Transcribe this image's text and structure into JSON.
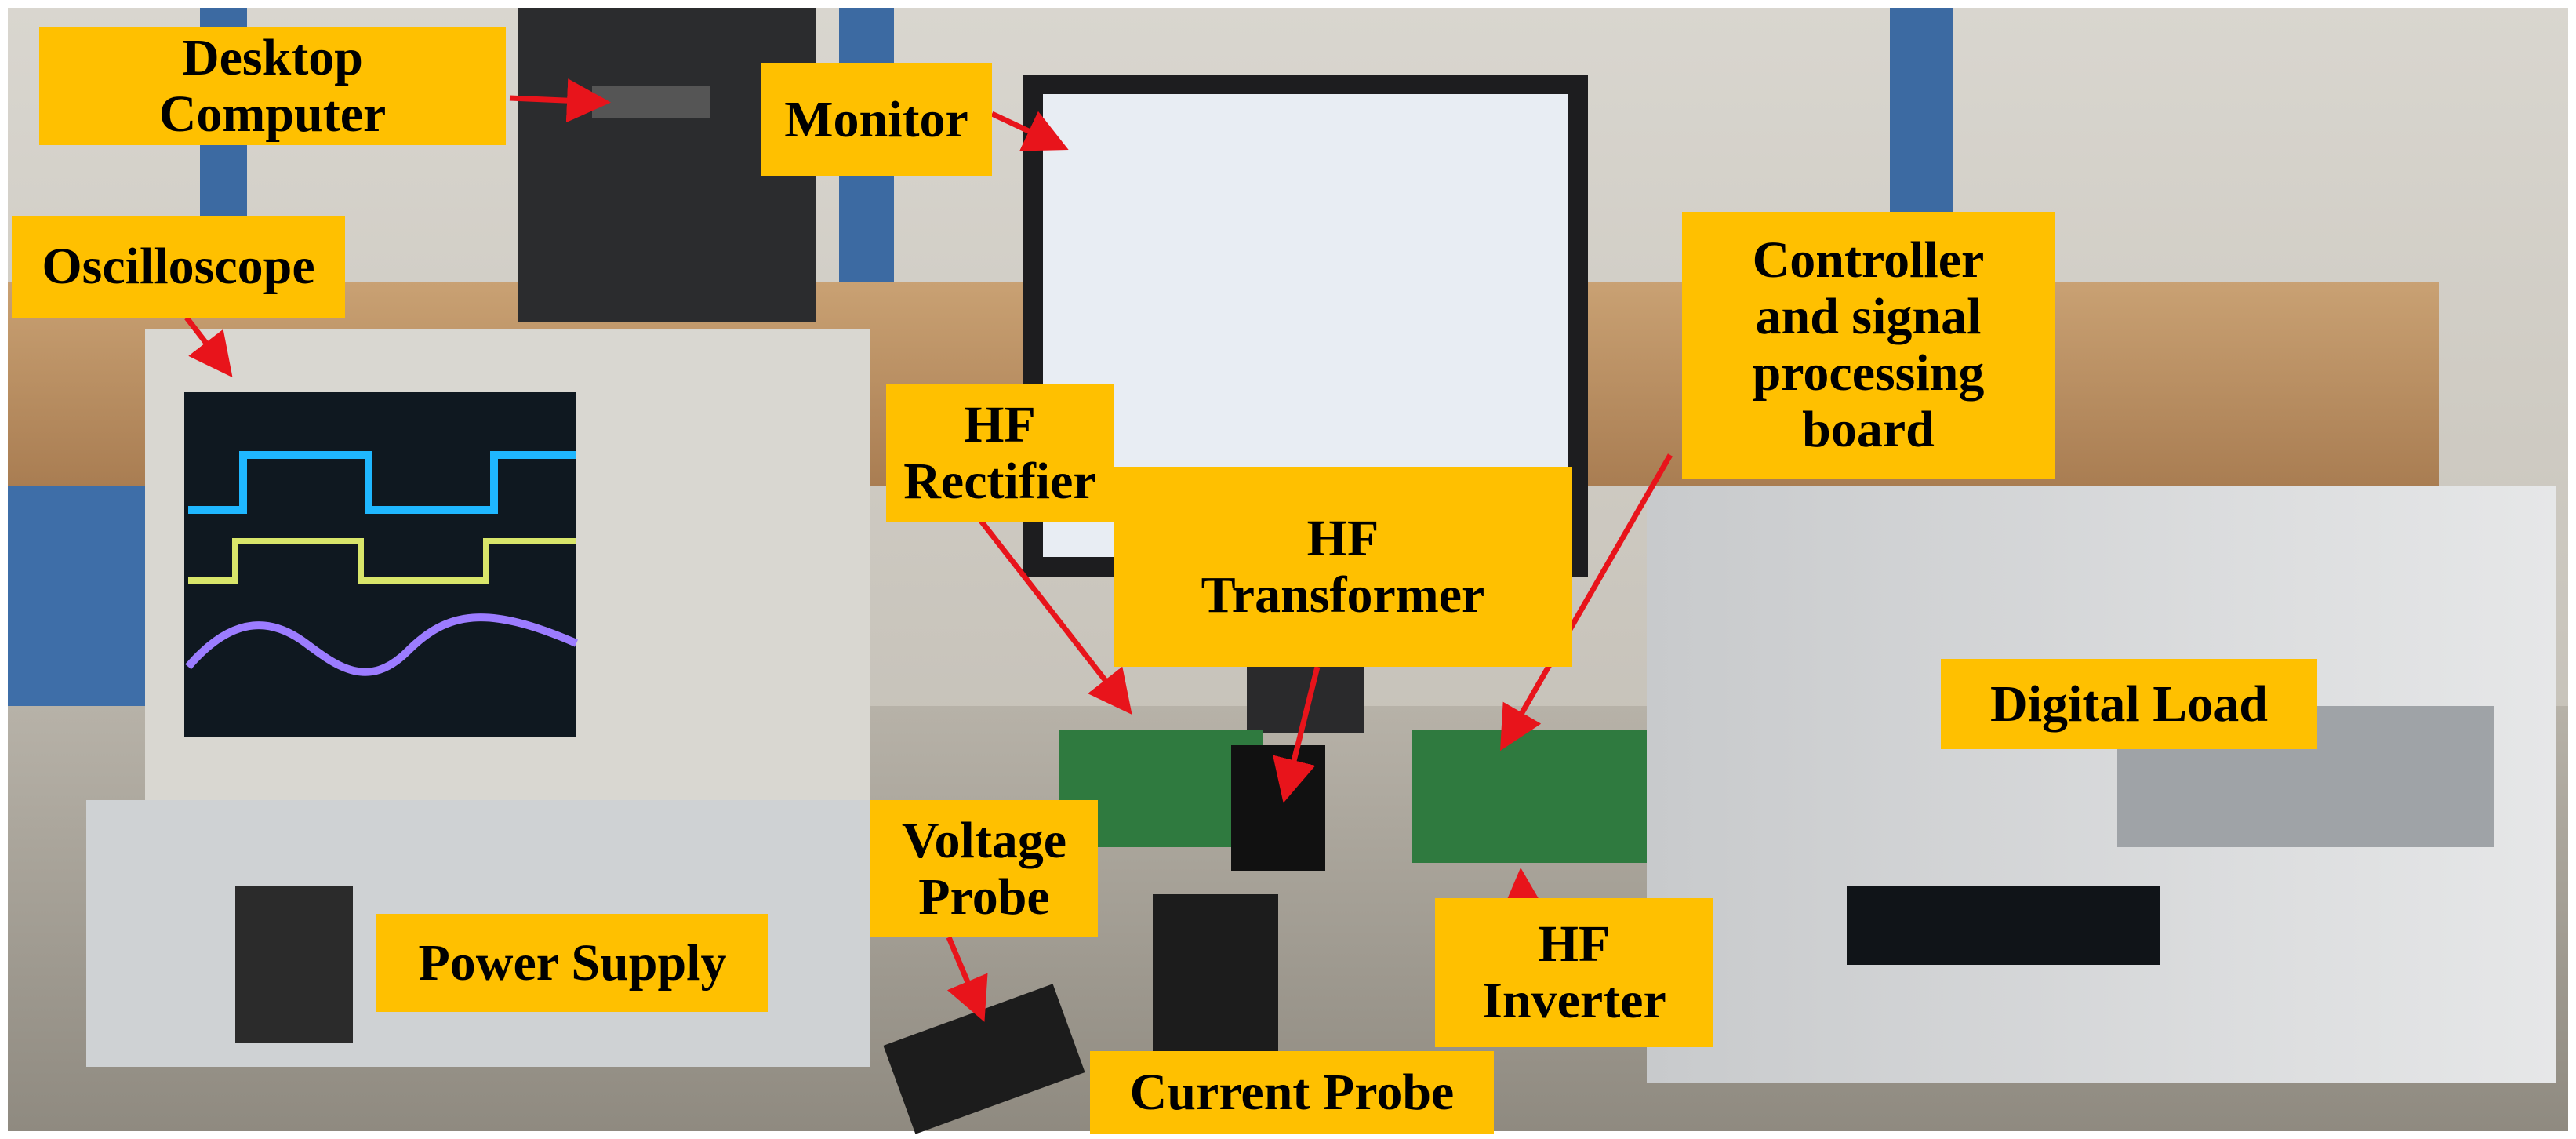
{
  "labels": {
    "desktop_computer": [
      "Desktop",
      "Computer"
    ],
    "monitor": [
      "Monitor"
    ],
    "oscilloscope": [
      "Oscilloscope"
    ],
    "controller": [
      "Controller",
      "and signal",
      "processing",
      "board"
    ],
    "hf_rectifier": [
      "HF",
      "Rectifier"
    ],
    "hf_transformer": [
      "HF",
      "Transformer"
    ],
    "digital_load": [
      "Digital Load"
    ],
    "voltage_probe": [
      "Voltage",
      "Probe"
    ],
    "power_supply": [
      "Power Supply"
    ],
    "hf_inverter": [
      "HF",
      "Inverter"
    ],
    "current_probe": [
      "Current Probe"
    ]
  },
  "colors": {
    "label_bg": "#ffc000",
    "arrow": "#e8141b"
  }
}
